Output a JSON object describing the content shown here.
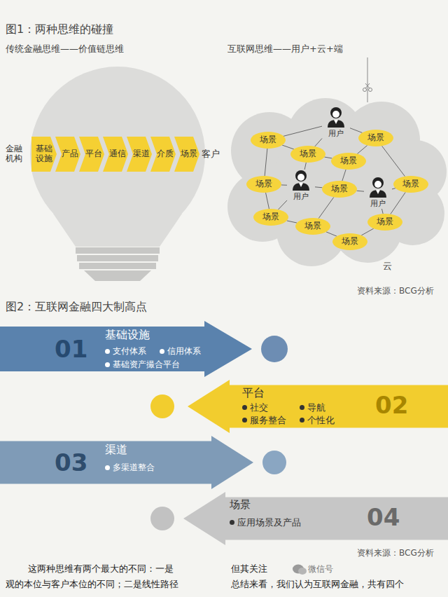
{
  "diagram": {
    "title": "图1：两种思维的碰撞",
    "nodes": [
      {
        "text": [
          "基础设施"
        ]
      },
      {
        "text": [
          "产品"
        ]
      },
      {
        "text": [
          "平台"
        ]
      },
      {
        "text": [
          "通信"
        ]
      },
      {
        "text": [
          "渠道"
        ]
      },
      {
        "text": [
          "介质"
        ]
      },
      {
        "text": [
          "场景"
        ]
      },
      {
        "text": [
          "云"
        ]
      },
      {
        "text": [
          "用户"
        ],
        "in": 7
      },
      {
        "text": [
          "场景"
        ],
        "in": 7
      },
      {
        "text": [
          "场景"
        ],
        "in": 7
      },
      {
        "text": [
          "场景"
        ],
        "in": 7
      },
      {
        "text": [
          "场景"
        ],
        "in": 7
      },
      {
        "text": [
          "场景"
        ],
        "in": 7
      },
      {
        "text": [
          "用户"
        ],
        "in": 7
      },
      {
        "text": [
          "场景"
        ],
        "in": 7
      },
      {
        "text": [
          "场景"
        ],
        "in": 7
      },
      {
        "text": [
          "用户"
        ],
        "in": 7
      },
      {
        "text": [
          "场景"
        ],
        "in": 7
      },
      {
        "text": [
          "场景"
        ],
        "in": 7
      },
      {
        "text": [
          "场景"
        ],
        "in": 7
      },
      {
        "text": [
          "场景"
        ],
        "in": 7
      },
      {
        "text": [
          "01",
          "基础设施",
          "支付体系",
          "信用体系",
          "基础资产撮合平台"
        ]
      },
      {
        "text": [
          "平台",
          "社交",
          "导航",
          "服务整合",
          "个性化",
          "02"
        ]
      },
      {
        "text": [
          "03",
          "渠道",
          "多渠道整合"
        ]
      },
      {
        "text": [
          "场景",
          "应用场景及产品",
          "04"
        ]
      }
    ],
    "edges": [
      {
        "from": 10,
        "to": 11,
        "arrow": "none"
      },
      {
        "from": 10,
        "to": 8,
        "arrow": "none"
      },
      {
        "from": 11,
        "to": 8,
        "arrow": "none"
      },
      {
        "from": 8,
        "to": 9,
        "arrow": "none"
      },
      {
        "from": 11,
        "to": 12,
        "arrow": "none"
      },
      {
        "from": 9,
        "to": 12,
        "arrow": "none"
      },
      {
        "from": 9,
        "to": 15,
        "arrow": "none"
      },
      {
        "from": 10,
        "to": 13,
        "arrow": "none"
      },
      {
        "from": 11,
        "to": 14,
        "arrow": "none"
      },
      {
        "from": 13,
        "to": 14,
        "arrow": "none"
      },
      {
        "from": 12,
        "to": 16,
        "arrow": "none"
      },
      {
        "from": 14,
        "to": 16,
        "arrow": "none"
      },
      {
        "from": 14,
        "to": 18,
        "arrow": "none"
      },
      {
        "from": 13,
        "to": 18,
        "arrow": "none"
      },
      {
        "from": 16,
        "to": 17,
        "arrow": "none"
      },
      {
        "from": 17,
        "to": 15,
        "arrow": "none"
      },
      {
        "from": 17,
        "to": 19,
        "arrow": "none"
      },
      {
        "from": 15,
        "to": 19,
        "arrow": "none"
      },
      {
        "from": 18,
        "to": 20,
        "arrow": "none"
      },
      {
        "from": 16,
        "to": 20,
        "arrow": "none"
      },
      {
        "from": 20,
        "to": 21,
        "arrow": "none"
      },
      {
        "from": 21,
        "to": 19,
        "arrow": "none"
      }
    ],
    "labels": [
      "传统金融思维——价值链思维",
      "金融机构",
      "客户",
      "互联网思维——用户+云+端",
      "资料来源：BCG分析",
      "图2：互联网金融四大制高点",
      "资料来源：BCG分析",
      "这两种思维有两个最大的不同：一是",
      "观的本位与客户本位的不同；二是线性路径",
      "但其关注",
      "总结来看，我们认为互联网金融，共有四个",
      "微信号"
    ]
  }
}
